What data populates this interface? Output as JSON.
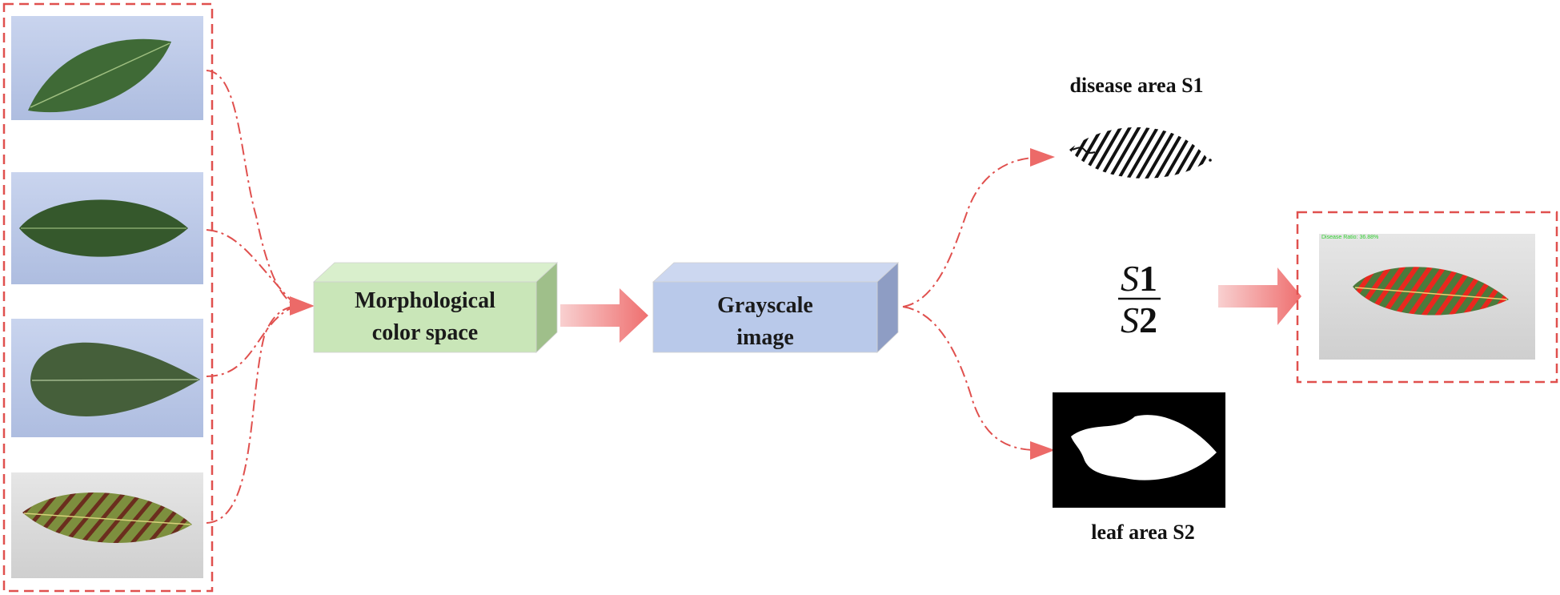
{
  "stages": {
    "input_images": [
      {
        "name": "leaf-photo-1"
      },
      {
        "name": "leaf-photo-2"
      },
      {
        "name": "leaf-photo-3"
      },
      {
        "name": "leaf-photo-4"
      }
    ],
    "morphological": {
      "line1": "Morphological",
      "line2": "color space"
    },
    "grayscale": {
      "line1": "Grayscale",
      "line2": "image"
    }
  },
  "outputs": {
    "disease_label": "disease area S1",
    "leaf_label": "leaf area S2",
    "ratio": {
      "numerator_var": "S",
      "numerator_idx": "1",
      "denominator_var": "S",
      "denominator_idx": "2"
    },
    "result_caption": "Disease Ratio: 36.88%"
  },
  "colors": {
    "dashed_red": "#e0504e",
    "arrow_pink": "#f08a8a",
    "morph_box": "#c9e6b8",
    "gray_box": "#b9c9ea",
    "leaf_bg": "#b8c6e6",
    "leaf_green": "#3f6a36",
    "disease_red": "#e8281e"
  }
}
